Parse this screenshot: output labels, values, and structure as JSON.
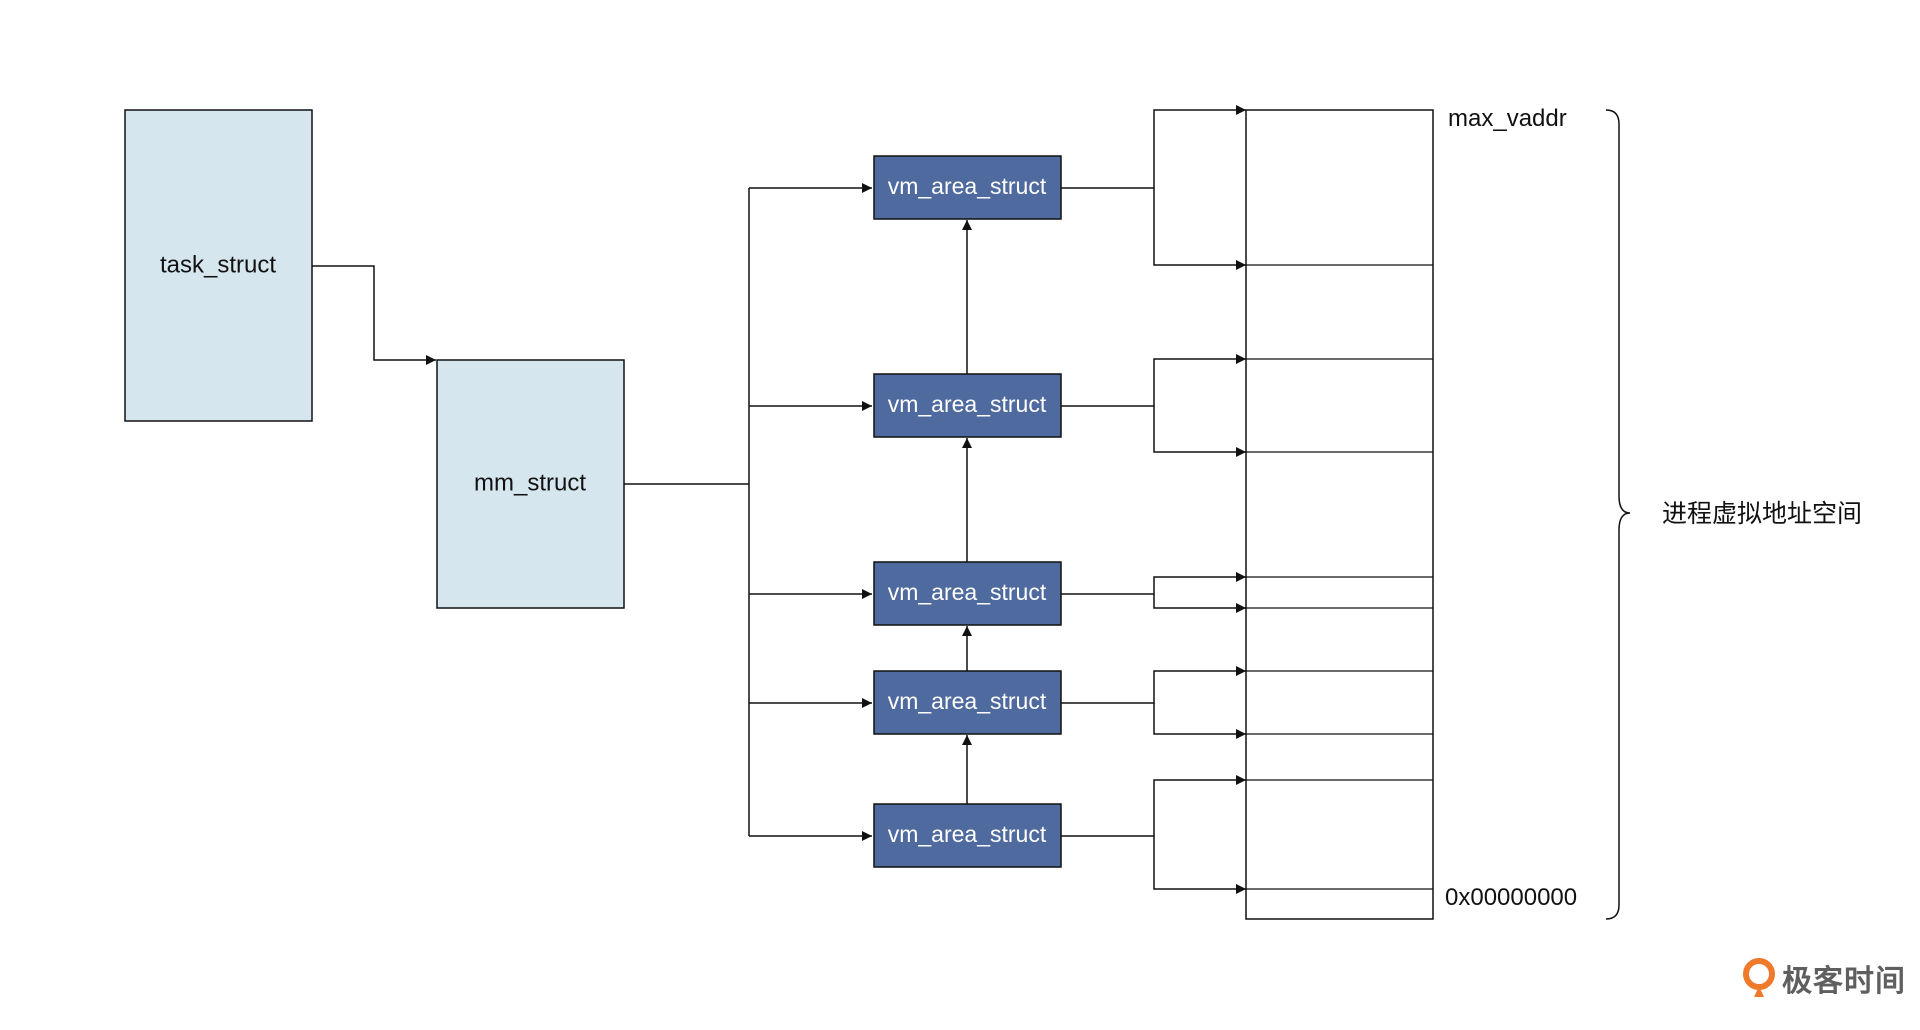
{
  "task_struct": "task_struct",
  "mm_struct": "mm_struct",
  "vm_area_struct_label": "vm_area_struct",
  "address_space": {
    "top_label": "max_vaddr",
    "bottom_label": "0x00000000",
    "brace_label": "进程虚拟地址空间"
  },
  "brand": {
    "name": "极客时间",
    "icon": "geektime-logo-icon"
  },
  "colors": {
    "light_box": "#d6e6ee",
    "dark_box": "#4e6a9f",
    "line": "#111111",
    "text": "#111111",
    "text_inverse": "#ffffff"
  }
}
